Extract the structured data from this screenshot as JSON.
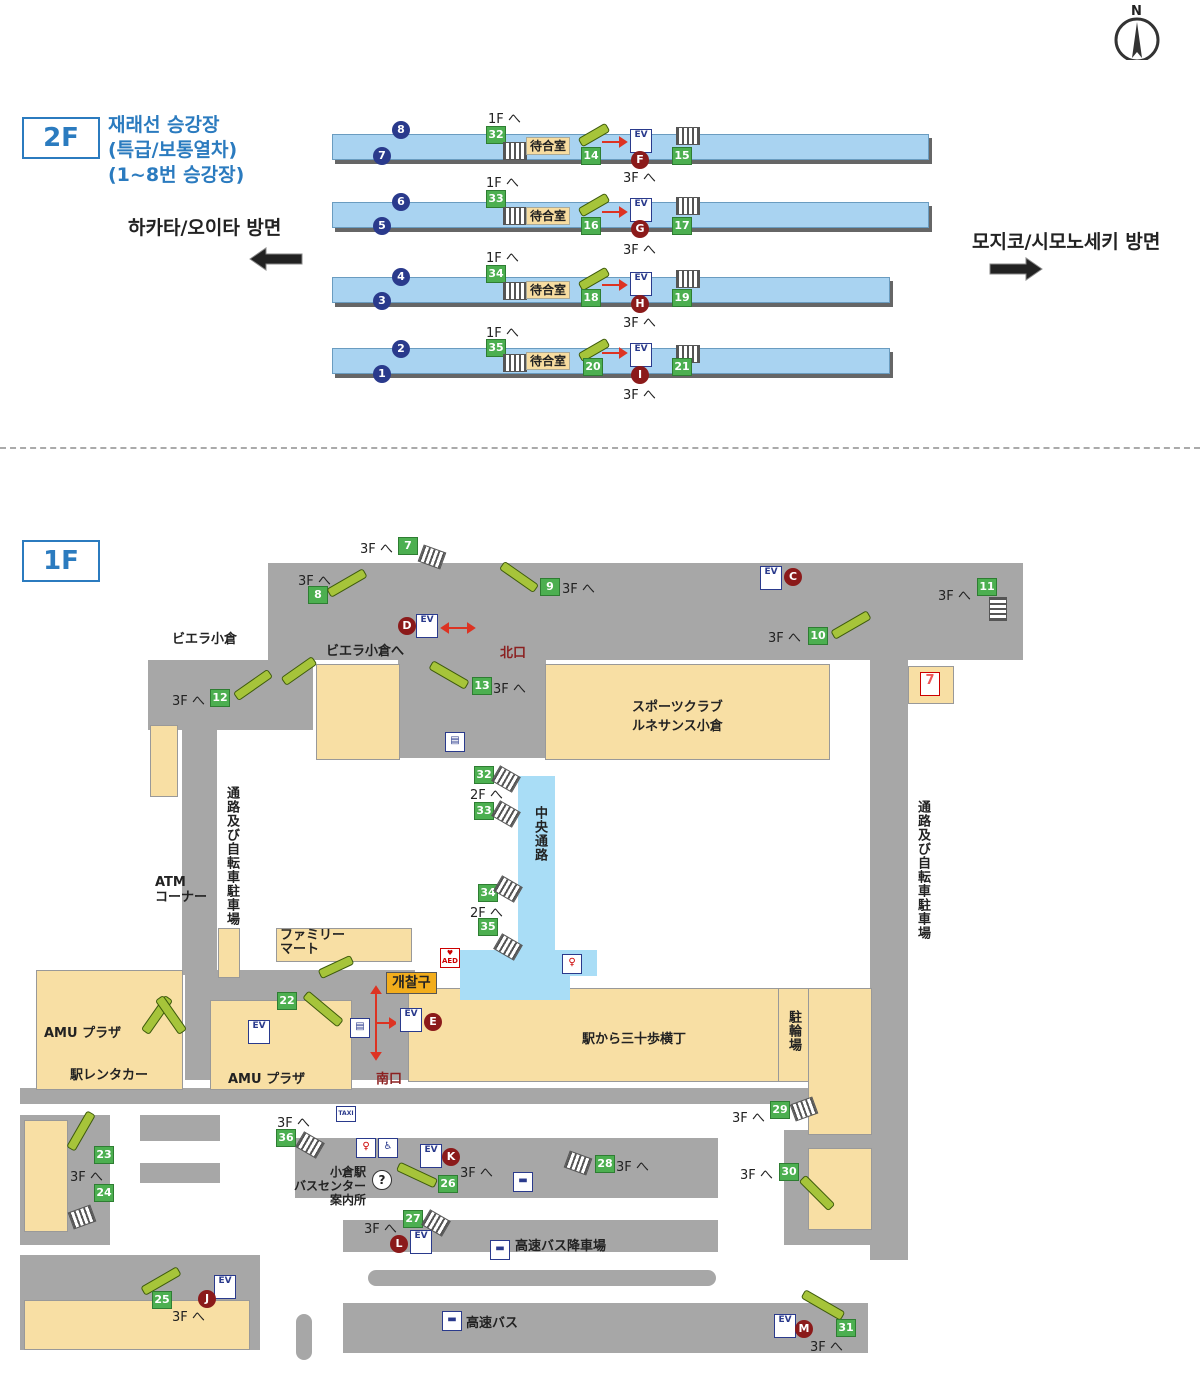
{
  "compass": {
    "label": "N"
  },
  "floor2": {
    "badge": "2F",
    "title_lines": [
      "재래선 승강장",
      "(특급/보통열차)",
      "(1~8번 승강장)"
    ],
    "west_direction": "하카타/오이타 방면",
    "east_direction": "모지코/시모노세키 방면",
    "waiting_room": "待合室",
    "to_1f": "1F へ",
    "to_3f": "3F へ",
    "platforms": [
      {
        "top_track": "8",
        "bottom_track": "7",
        "stair_to_1f": "32",
        "escalator": "14",
        "stairs": "15",
        "elevator": "F"
      },
      {
        "top_track": "6",
        "bottom_track": "5",
        "stair_to_1f": "33",
        "escalator": "16",
        "stairs": "17",
        "elevator": "G"
      },
      {
        "top_track": "4",
        "bottom_track": "3",
        "stair_to_1f": "34",
        "escalator": "18",
        "stairs": "19",
        "elevator": "H"
      },
      {
        "top_track": "2",
        "bottom_track": "1",
        "stair_to_1f": "35",
        "escalator": "20",
        "stairs": "21",
        "elevator": "I"
      }
    ]
  },
  "floor1": {
    "badge": "1F",
    "labels": {
      "biera_kokura": "ビエラ小倉",
      "to_biera": "ビエラ小倉へ",
      "north_exit": "北口",
      "south_exit": "南口",
      "sports_club_l1": "スポーツクラブ",
      "sports_club_l2": "ルネサンス小倉",
      "central_passage": "中央通路",
      "passage_bike_left": "通路及び自転車駐車場",
      "passage_bike_right": "通路及び自転車駐車場",
      "atm_l1": "ATM",
      "atm_l2": "コーナー",
      "familymart_l1": "ファミリー",
      "familymart_l2": "マート",
      "ticket_gate": "개찰구",
      "amu_plaza_left": "AMU プラザ",
      "amu_plaza_center": "AMU プラザ",
      "rent_a_car": "駅レンタカー",
      "sanjuppo": "駅から三十歩横丁",
      "bike_parking": "駐輪場",
      "bus_center_l1": "小倉駅",
      "bus_center_l2": "バスセンター",
      "bus_center_l3": "案内所",
      "highway_bus_drop": "高速バス降車場",
      "highway_bus": "高速バス",
      "aed": "AED",
      "taxi": "TAXI"
    },
    "to_3f": "3F へ",
    "to_2f": "2F へ",
    "stair_numbers": [
      "7",
      "8",
      "9",
      "10",
      "11",
      "12",
      "13",
      "22",
      "23",
      "24",
      "25",
      "26",
      "27",
      "28",
      "29",
      "30",
      "31",
      "32",
      "33",
      "34",
      "35",
      "36"
    ],
    "elevators": [
      "C",
      "D",
      "E",
      "J",
      "K",
      "L",
      "M"
    ]
  }
}
